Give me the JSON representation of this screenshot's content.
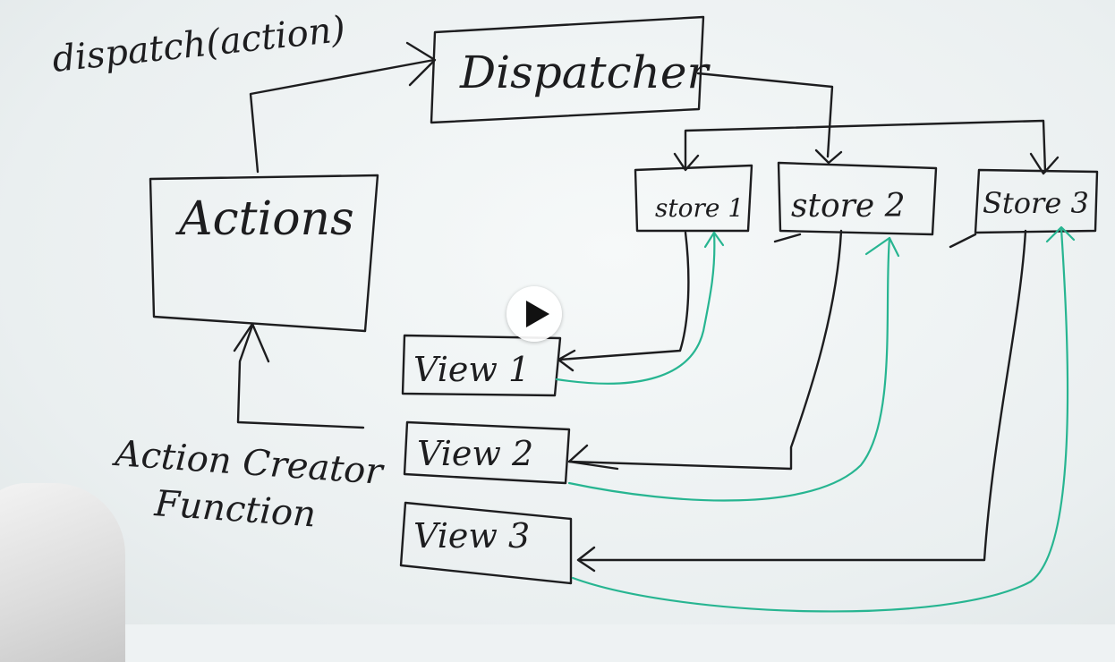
{
  "whiteboard": {
    "labels": {
      "dispatch_call": "dispatch(action)",
      "dispatcher": "Dispatcher",
      "actions": "Actions",
      "action_creator_line1": "Action Creator",
      "action_creator_line2": "Function",
      "store1": "store 1",
      "store2": "store 2",
      "store3": "Store 3",
      "view1": "View 1",
      "view2": "View 2",
      "view3": "View 3"
    },
    "colors": {
      "ink": "#1d1d1f",
      "teal_arrow": "#27b591",
      "board": "#eef2f3"
    }
  },
  "player": {
    "play_icon": "play-icon"
  }
}
